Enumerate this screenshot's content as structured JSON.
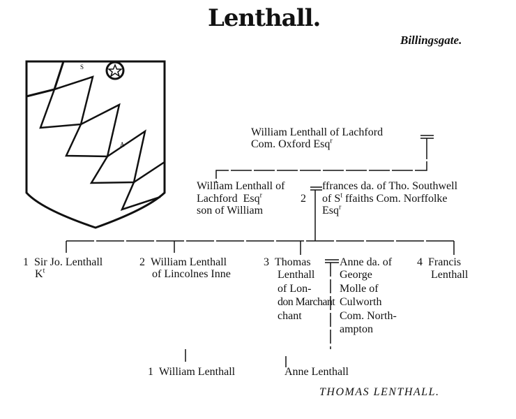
{
  "header": {
    "title": "Lenthall.",
    "place": "Billingsgate."
  },
  "shield": {
    "charge_letters": [
      "S",
      "A"
    ]
  },
  "generation1": {
    "husband": [
      "William Lenthall of Lachford",
      "Com. Oxford Esq",
      "r"
    ]
  },
  "generation2": {
    "husband": [
      "William Lenthall of",
      "Lachford  Esq",
      "r",
      "2",
      "son of William"
    ],
    "wife": [
      "ffrances da. of Tho. Southwell",
      "of S",
      "t",
      " ffaiths Com. Norffolke",
      "Esq",
      "r"
    ]
  },
  "children": [
    {
      "num": "1",
      "lines": [
        "Sir Jo. Lenthall",
        "K",
        "t"
      ]
    },
    {
      "num": "2",
      "lines": [
        "William Lenthall",
        "of Lincolnes Inne"
      ]
    },
    {
      "num": "3",
      "lines": [
        "Thomas",
        "Lenthall",
        "of Lon-",
        "don Marchant",
        "chant"
      ]
    },
    {
      "num": "4",
      "lines": [
        "Francis",
        "Lenthall"
      ]
    }
  ],
  "spouse_of_thomas": [
    "Anne da. of",
    "George",
    "Molle of",
    "Culworth",
    "Com. North-",
    "ampton"
  ],
  "grandchildren": [
    {
      "num": "1",
      "name": "William Lenthall"
    },
    {
      "num": "",
      "name": "Anne Lenthall"
    }
  ],
  "signature": "THOMAS LENTHALL."
}
